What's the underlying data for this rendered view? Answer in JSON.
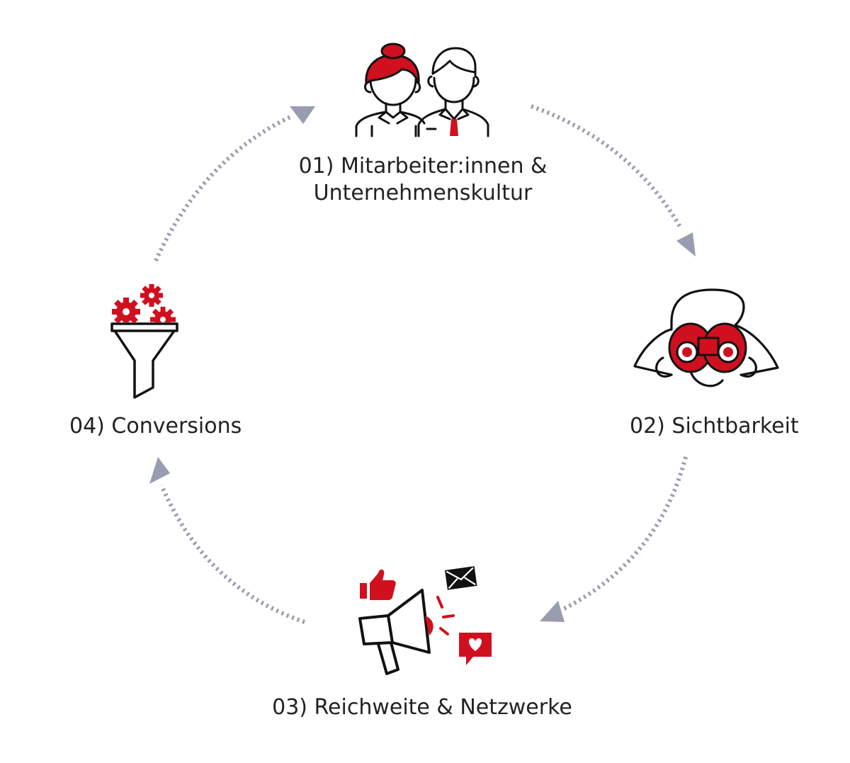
{
  "colors": {
    "accent": "#d0101f",
    "line": "#111111",
    "arrow": "#9a9db0",
    "text": "#222222"
  },
  "steps": [
    {
      "label_line1": "01) Mitarbeiter:innen &",
      "label_line2": "Unternehmenskultur",
      "icon": "employees-icon"
    },
    {
      "label": "02) Sichtbarkeit",
      "icon": "binoculars-icon"
    },
    {
      "label": "03) Reichweite & Netzwerke",
      "icon": "megaphone-icon"
    },
    {
      "label": "04) Conversions",
      "icon": "funnel-gears-icon"
    }
  ],
  "cycle_arrows": [
    {
      "from": "01",
      "to": "02"
    },
    {
      "from": "02",
      "to": "03"
    },
    {
      "from": "03",
      "to": "04"
    },
    {
      "from": "04",
      "to": "01"
    }
  ]
}
